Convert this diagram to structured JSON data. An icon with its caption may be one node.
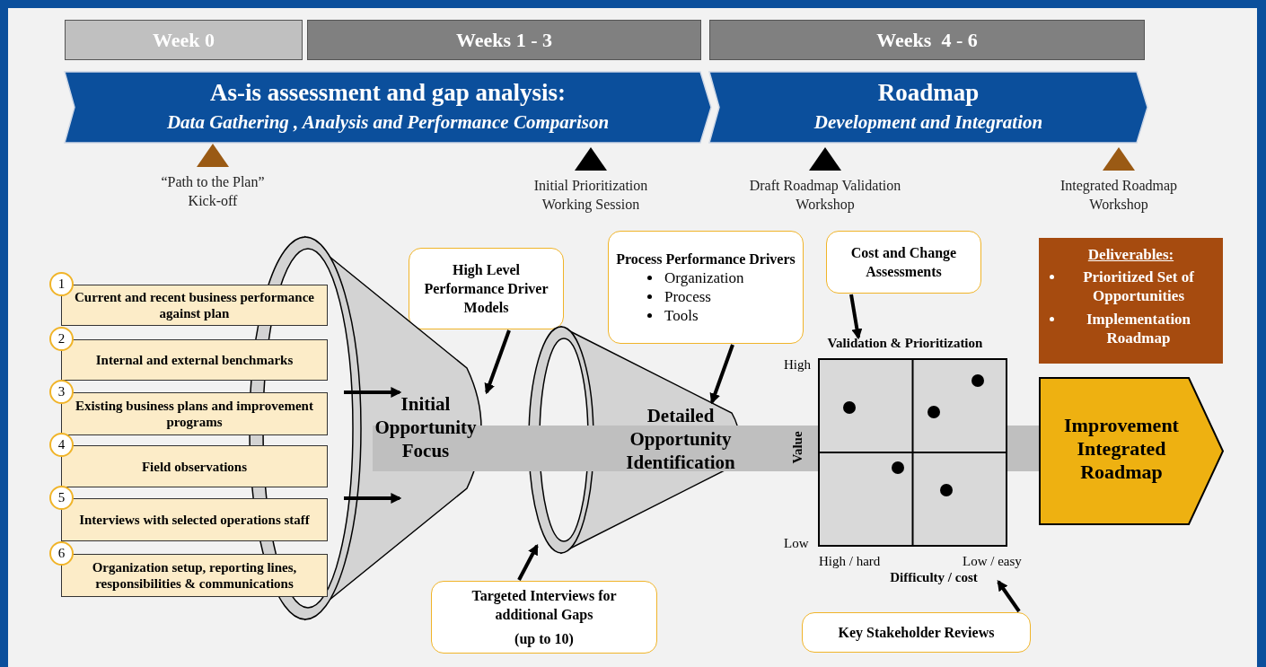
{
  "diagram": {
    "nodes": [
      {
        "text": [
          "Week 0"
        ]
      },
      {
        "text": [
          "Weeks 1 - 3"
        ]
      },
      {
        "text": [
          "Weeks  4 - 6"
        ]
      },
      {
        "text": [
          "As-is assessment and gap analysis:",
          "Data Gathering , Analysis and Performance Comparison"
        ]
      },
      {
        "text": [
          "Roadmap",
          "Development and Integration"
        ]
      },
      {
        "text": [
          "“Path to the Plan” Kick-off"
        ]
      },
      {
        "text": [
          "Initial Prioritization Working Session"
        ]
      },
      {
        "text": [
          "Draft Roadmap Validation Workshop"
        ]
      },
      {
        "text": [
          "Integrated Roadmap Workshop"
        ]
      },
      {
        "text": [
          "1",
          "Current and recent business performance against plan"
        ]
      },
      {
        "text": [
          "2",
          "Internal and external benchmarks"
        ]
      },
      {
        "text": [
          "3",
          "Existing business plans and improvement programs"
        ]
      },
      {
        "text": [
          "4",
          "Field observations"
        ]
      },
      {
        "text": [
          "5",
          "Interviews with selected operations staff"
        ]
      },
      {
        "text": [
          "6",
          "Organization setup, reporting lines, responsibilities & communications"
        ]
      },
      {
        "text": [
          "Initial Opportunity Focus"
        ]
      },
      {
        "text": [
          "High Level Performance Driver Models"
        ]
      },
      {
        "text": [
          "Detailed Opportunity Identification"
        ]
      },
      {
        "text": [
          "Process Performance Drivers",
          "Organization",
          "Process",
          "Tools"
        ]
      },
      {
        "text": [
          "Targeted Interviews for additional Gaps",
          "(up to 10)"
        ]
      },
      {
        "text": [
          "Cost and Change Assessments"
        ]
      },
      {
        "text": [
          "Validation & Prioritization"
        ]
      },
      {
        "text": [
          "Key Stakeholder Reviews"
        ]
      },
      {
        "text": [
          "Deliverables:",
          "Prioritized Set of Opportunities",
          "Implementation Roadmap"
        ]
      },
      {
        "text": [
          "Improvement Integrated Roadmap"
        ]
      }
    ],
    "edges": [
      {
        "from": null,
        "to": 15,
        "arrow": "to"
      },
      {
        "from": null,
        "to": 15,
        "arrow": "to"
      },
      {
        "from": 16,
        "to": 15,
        "arrow": "to"
      },
      {
        "from": 18,
        "to": 17,
        "arrow": "to"
      },
      {
        "from": 19,
        "to": 17,
        "arrow": "to"
      },
      {
        "from": 20,
        "to": 21,
        "arrow": "to"
      },
      {
        "from": 22,
        "to": 21,
        "arrow": "to"
      }
    ],
    "labels": [
      "High",
      "Value",
      "Low",
      "High / hard",
      "Low / easy",
      "Difficulty / cost"
    ]
  }
}
